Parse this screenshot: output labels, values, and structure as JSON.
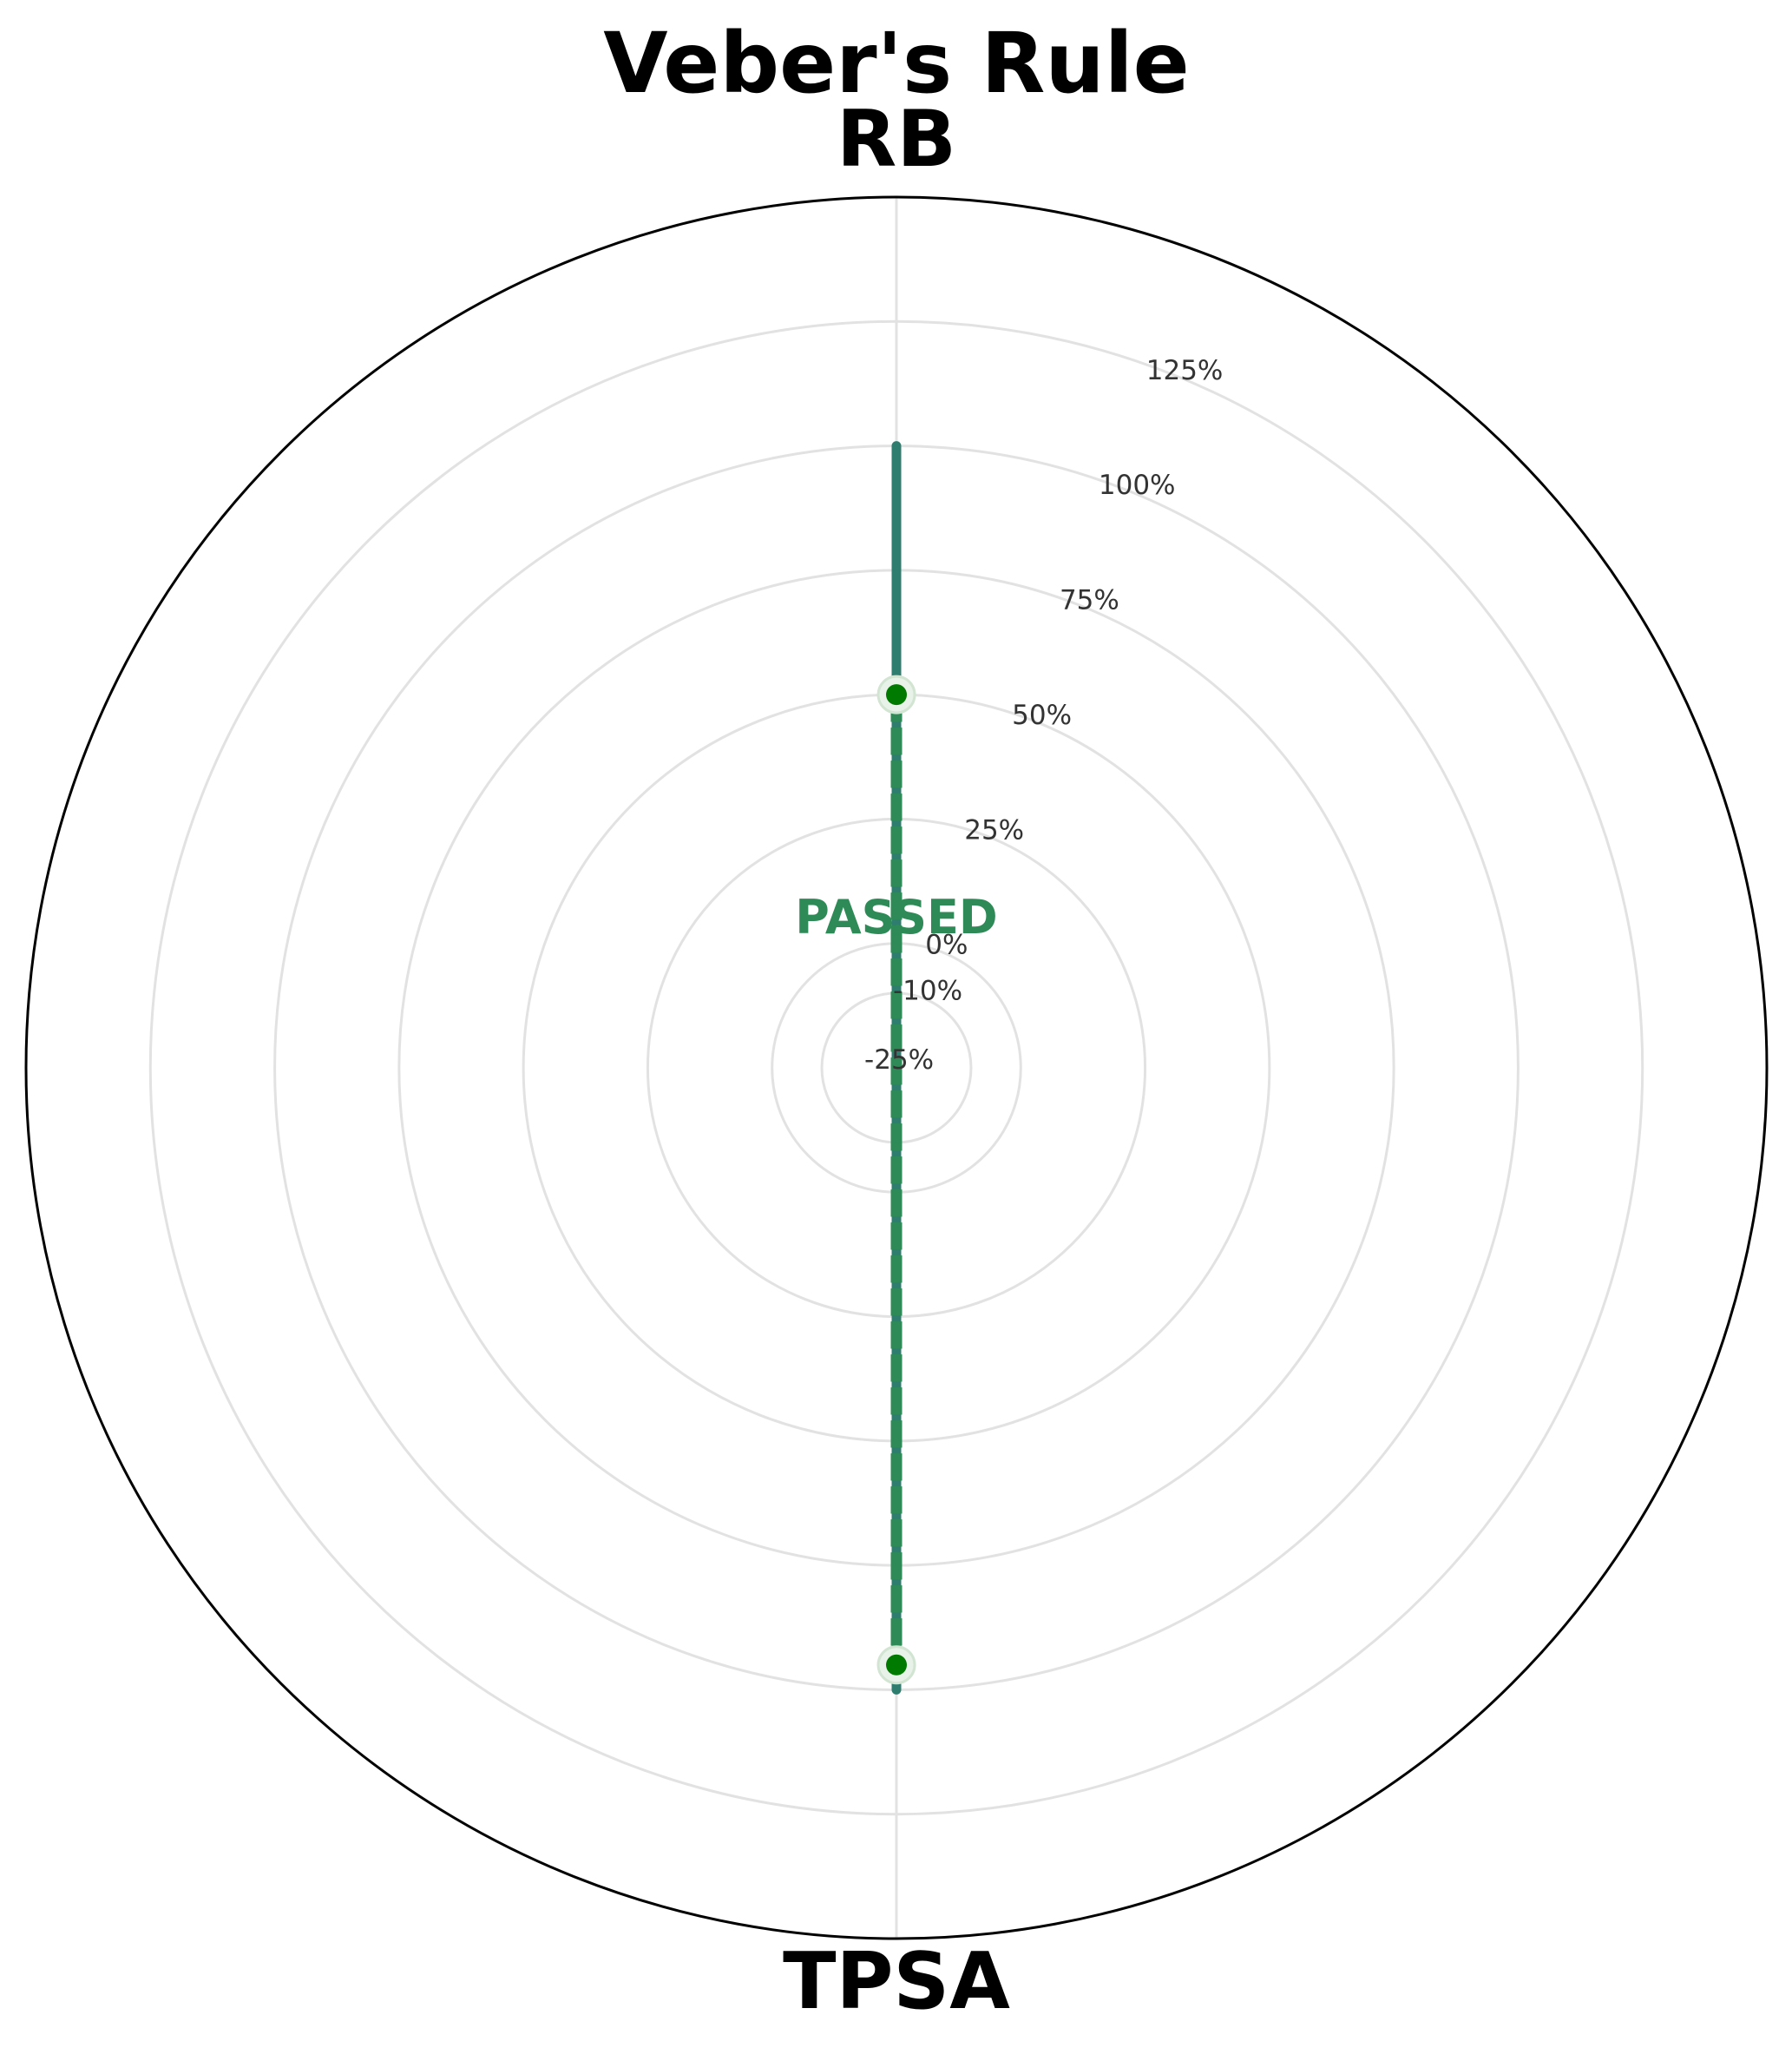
{
  "chart_data": {
    "type": "radar",
    "title": "Veber's Rule",
    "axes": [
      "RB",
      "TPSA"
    ],
    "radial_range": [
      -25,
      150
    ],
    "radial_ticks": [
      -25,
      -10,
      0,
      25,
      50,
      75,
      100,
      125
    ],
    "radial_tick_labels": [
      "-25%",
      "-10%",
      "0%",
      "25%",
      "50%",
      "75%",
      "100%",
      "125%"
    ],
    "grid": true,
    "series": [
      {
        "role": "limit",
        "style": "solid",
        "values": [
          100,
          100
        ]
      },
      {
        "role": "molecule",
        "style": "dashed",
        "markers": true,
        "values": [
          50,
          95
        ]
      }
    ],
    "status": "PASSED",
    "colors": {
      "limit_line": "#2e7d6e",
      "molecule_line": "#2e8b57",
      "marker": "#007a00",
      "status_text": "#2e8b57",
      "grid": "#e2e2e2",
      "outer_ring": "#000000"
    }
  }
}
